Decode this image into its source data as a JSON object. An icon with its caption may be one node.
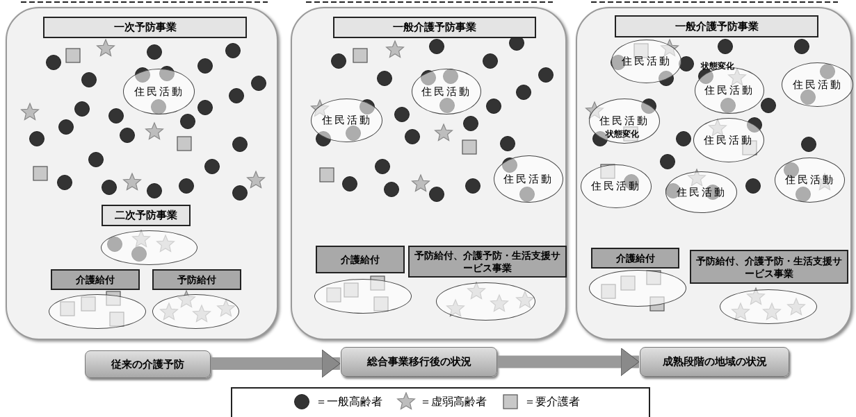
{
  "diagram": {
    "nodes": [
      {
        "text": [],
        "shape": "box"
      },
      {
        "text": [
          "一次予防事業"
        ],
        "in": 0
      },
      {
        "text": [
          "住民活動"
        ],
        "in": 0
      },
      {
        "text": [
          "二次予防事業"
        ],
        "in": 0
      },
      {
        "text": [],
        "shape": "ellipse",
        "in": 0
      },
      {
        "text": [
          "介護給付"
        ],
        "in": 0
      },
      {
        "text": [
          "予防給付"
        ],
        "in": 0
      },
      {
        "text": [],
        "shape": "ellipse",
        "in": 0
      },
      {
        "text": [],
        "shape": "ellipse",
        "in": 0
      },
      {
        "text": [],
        "shape": "box"
      },
      {
        "text": [
          "一般介護予防事業"
        ],
        "in": 9
      },
      {
        "text": [
          "住民活動"
        ],
        "in": 9
      },
      {
        "text": [
          "住民活動"
        ],
        "in": 9
      },
      {
        "text": [
          "住民活動"
        ],
        "in": 9
      },
      {
        "text": [
          "介護給付"
        ],
        "in": 9
      },
      {
        "text": [
          "予防給付、介護予防・生活支援サービス事業"
        ],
        "in": 9
      },
      {
        "text": [],
        "shape": "ellipse",
        "in": 9
      },
      {
        "text": [],
        "shape": "ellipse",
        "in": 9
      },
      {
        "text": [],
        "shape": "box"
      },
      {
        "text": [
          "一般介護予防事業"
        ],
        "in": 18
      },
      {
        "text": [
          "住民活動"
        ],
        "in": 18
      },
      {
        "text": [
          "住民活動"
        ],
        "in": 18
      },
      {
        "text": [
          "住民活動"
        ],
        "in": 18
      },
      {
        "text": [
          "住民活動"
        ],
        "in": 18
      },
      {
        "text": [
          "住民活動"
        ],
        "in": 18
      },
      {
        "text": [
          "住民活動"
        ],
        "in": 18
      },
      {
        "text": [
          "住民活動"
        ],
        "in": 18
      },
      {
        "text": [
          "住民活動"
        ],
        "in": 18
      },
      {
        "text": [
          "介護給付"
        ],
        "in": 18
      },
      {
        "text": [
          "予防給付、介護予防・生活支援サービス事業"
        ],
        "in": 18
      },
      {
        "text": [],
        "shape": "ellipse",
        "in": 18
      },
      {
        "text": [],
        "shape": "ellipse",
        "in": 18
      },
      {
        "text": [
          "従来の介護予防"
        ]
      },
      {
        "text": [
          "総合事業移行後の状況"
        ]
      },
      {
        "text": [
          "成熟段階の地域の状況"
        ]
      }
    ],
    "edges": [
      {
        "from": 32,
        "to": 33,
        "arrow": "to"
      },
      {
        "from": 33,
        "to": 34,
        "arrow": "to"
      }
    ],
    "labels": [
      "状態変化",
      "状態変化"
    ],
    "legend": [
      {
        "text": "＝一般高齢者"
      },
      {
        "text": "＝虚弱高齢者"
      },
      {
        "text": "＝要介護者"
      }
    ]
  }
}
